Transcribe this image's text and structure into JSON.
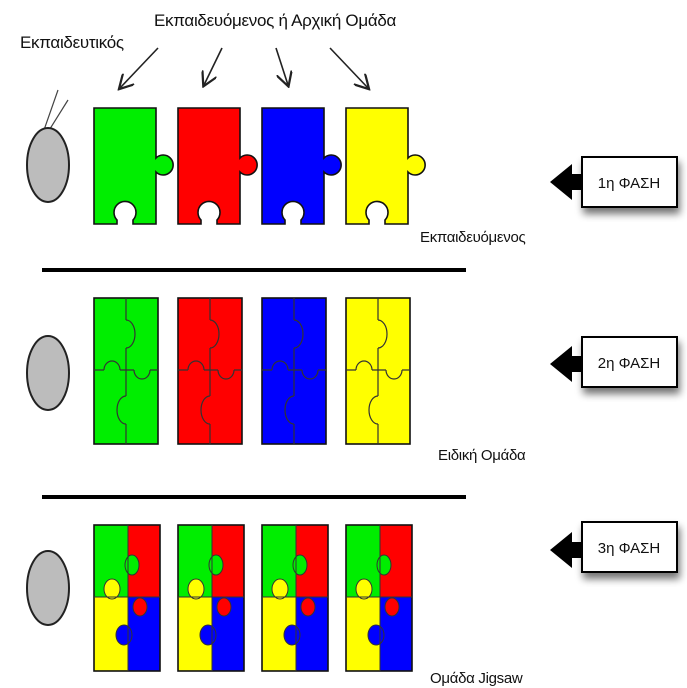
{
  "labels": {
    "teacher": "Εκπαιδευτικός",
    "top_group": "Εκπαιδευόμενος ή Αρχική Ομάδα",
    "row1": "Εκπαιδευόμενος",
    "row2": "Ειδική Ομάδα",
    "row3": "Ομάδα Jigsaw"
  },
  "phases": [
    "1η ΦΑΣΗ",
    "2η ΦΑΣΗ",
    "3η ΦΑΣΗ"
  ],
  "colors": {
    "green": "#00ee00",
    "red": "#ff0000",
    "blue": "#0000ff",
    "yellow": "#ffff00",
    "circle": "#bcbcbc"
  },
  "pieces": [
    "green",
    "red",
    "blue",
    "yellow"
  ]
}
